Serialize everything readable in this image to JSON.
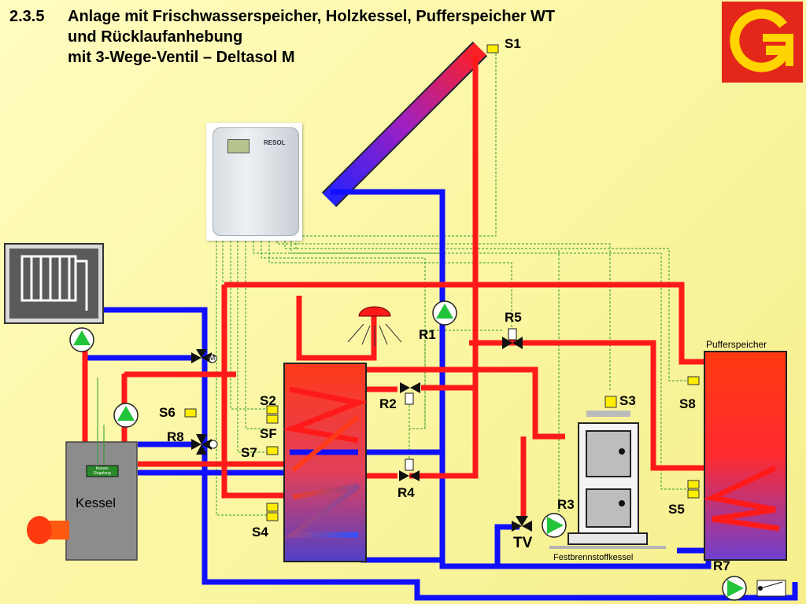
{
  "title": {
    "number": "2.3.5",
    "line1": "Anlage mit Frischwasserspeicher, Holzkessel, Pufferspeicher WT",
    "line2": "und Rücklaufanhebung",
    "line3": "mit 3-Wege-Ventil – Deltasol M"
  },
  "controller": {
    "brand": "RESOL"
  },
  "labels": {
    "s1": "S1",
    "r1": "R1",
    "r5": "R5",
    "r2": "R2",
    "r4": "R4",
    "s2": "S2",
    "sf": "SF",
    "s7": "S7",
    "s6": "S6",
    "r8": "R8",
    "s4": "S4",
    "s3": "S3",
    "s8": "S8",
    "s5": "S5",
    "r3": "R3",
    "tv": "TV",
    "r7": "R7",
    "m": "M"
  },
  "components": {
    "kessel": "Kessel",
    "kessel_regelung": "Kessel-Regelung",
    "pufferspeicher": "Pufferspeicher",
    "festbrennstoffkessel": "Festbrennstoffkessel"
  },
  "colors": {
    "hot_pipe": "#ff1a1a",
    "cold_pipe": "#1010ff",
    "signal_line": "#2e9b2e",
    "sensor": "#ffee00",
    "pump": "#22c43a",
    "logo_red": "#e3271b",
    "logo_yellow": "#ffd400"
  },
  "icons": [
    "radiator-icon",
    "pump-icon",
    "valve-icon",
    "mixing-valve-icon",
    "sensor-icon",
    "shower-icon",
    "burner-icon",
    "logo-g-icon"
  ]
}
